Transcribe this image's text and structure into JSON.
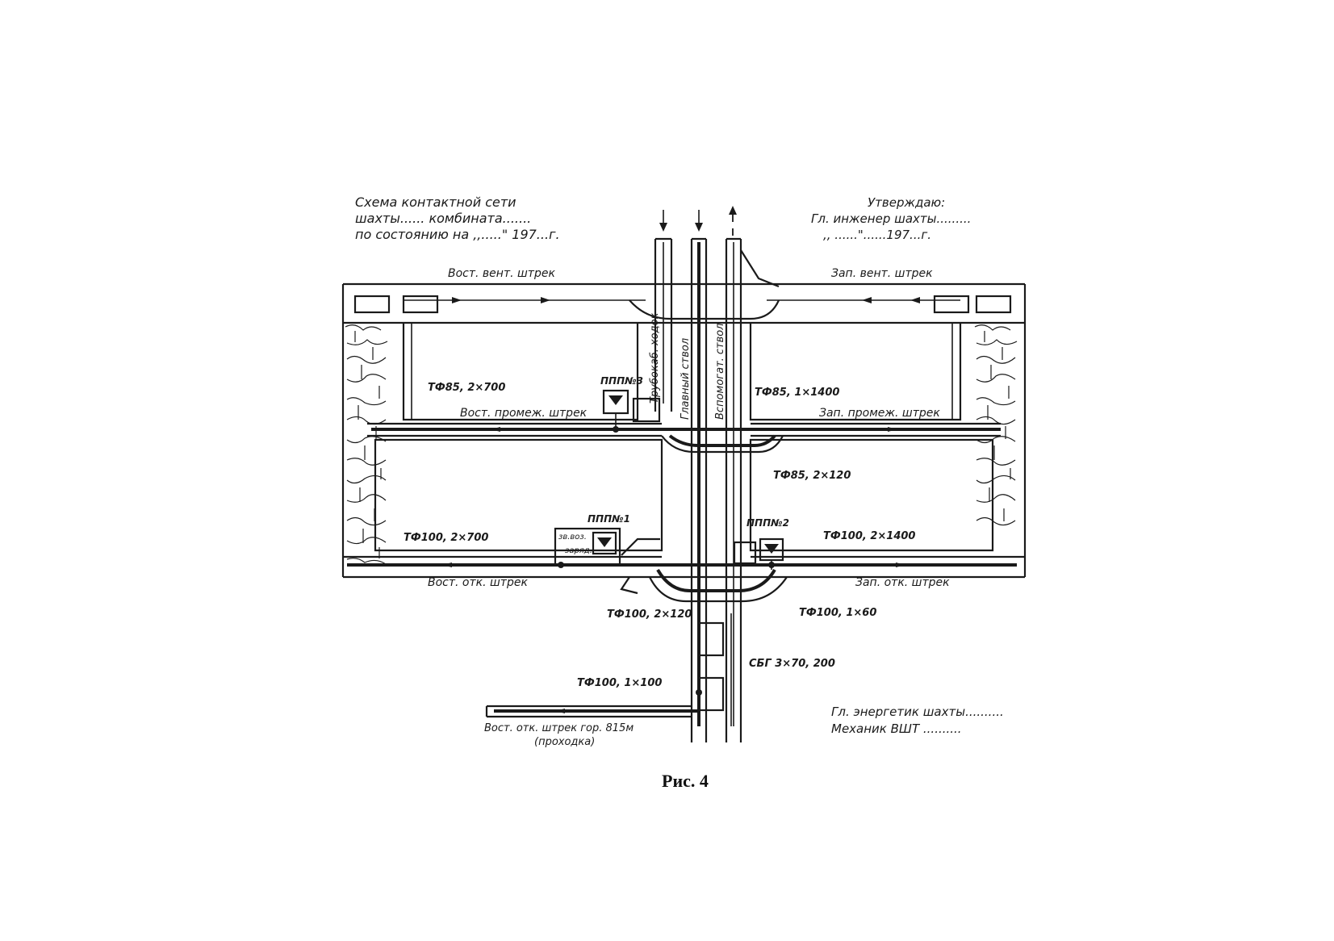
{
  "header_left": {
    "line1": "Схема контактной сети",
    "line2": "шахты...... комбината.......",
    "line3": "по состоянию на ,,.....\" 197...г."
  },
  "header_right": {
    "line1": "Утверждаю:",
    "line2": "Гл. инженер шахты.........",
    "line3": ",, ......\"......197...г."
  },
  "drifts": {
    "east_vent": "Вост. вент. штрек",
    "west_vent": "Зап. вент. штрек",
    "east_mid": "Вост. промеж. штрек",
    "west_mid": "Зап. промеж. штрек",
    "east_haul": "Вост. отк. штрек",
    "west_haul": "Зап. отк. штрек",
    "east_haul_lower_1": "Вост. отк. штрек гор. 815м",
    "east_haul_lower_2": "(проходка)"
  },
  "shafts": {
    "pipe_cable": "Трубокаб. ходок",
    "main": "Главный ствол",
    "aux": "Вспомогат. ствол"
  },
  "substations": {
    "pp3": "ППП№3",
    "pp1": "ППП№1",
    "pp2": "ППП№2",
    "charging_1": "зв.воз.",
    "charging_2": "заряд."
  },
  "cables": {
    "c1": "ТФ85, 2×700",
    "c2": "ТФ85, 1×1400",
    "c3": "ТФ85, 2×120",
    "c4": "ТФ100, 2×700",
    "c5": "ТФ100, 2×1400",
    "c6": "ТФ100, 2×120",
    "c7": "ТФ100, 1×60",
    "c8": "СБГ 3×70, 200",
    "c9": "ТФ100, 1×100"
  },
  "signatures": {
    "energy": "Гл. энергетик шахты..........",
    "mechanic": "Механик ВШТ            .........."
  },
  "caption": "Рис. 4"
}
